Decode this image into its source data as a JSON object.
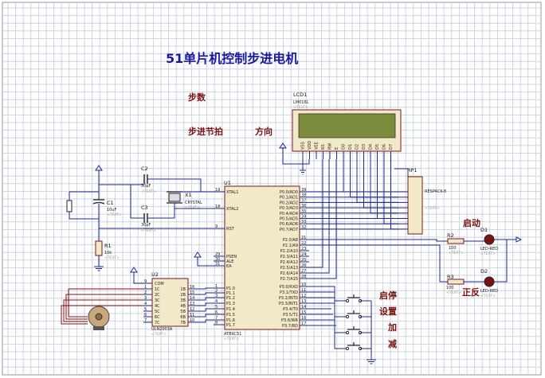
{
  "title": "51单片机控制步进电机",
  "annotations": {
    "steps": "步数",
    "step_rhythm": "步进节拍",
    "direction": "方向",
    "start": "启动",
    "forward_reverse": "正反",
    "start_stop": "启停",
    "setting": "设置",
    "add": "加",
    "subtract": "减"
  },
  "lcd": {
    "ref": "LCD1",
    "model": "LM016L",
    "text": "<TEXT>",
    "pins": [
      "VSS",
      "VDD",
      "VEE",
      "RS",
      "RW",
      "E",
      "D0",
      "D1",
      "D2",
      "D3",
      "D4",
      "D5",
      "D6",
      "D7"
    ]
  },
  "mcu": {
    "ref": "U1",
    "model": "AT89C51",
    "text": "<TEXT>",
    "left_pins": [
      {
        "num": "19",
        "name": "XTAL1"
      },
      {
        "num": "18",
        "name": "XTAL2"
      },
      {
        "num": "9",
        "name": "RST"
      },
      {
        "num": "29",
        "name": "PSEN"
      },
      {
        "num": "30",
        "name": "ALE"
      },
      {
        "num": "31",
        "name": "EA"
      },
      {
        "num": "1",
        "name": "P1.0"
      },
      {
        "num": "2",
        "name": "P1.1"
      },
      {
        "num": "3",
        "name": "P1.2"
      },
      {
        "num": "4",
        "name": "P1.3"
      },
      {
        "num": "5",
        "name": "P1.4"
      },
      {
        "num": "6",
        "name": "P1.5"
      },
      {
        "num": "7",
        "name": "P1.6"
      },
      {
        "num": "8",
        "name": "P1.7"
      }
    ],
    "right_pins": [
      {
        "num": "39",
        "name": "P0.0/AD0"
      },
      {
        "num": "38",
        "name": "P0.1/AD1"
      },
      {
        "num": "37",
        "name": "P0.2/AD2"
      },
      {
        "num": "36",
        "name": "P0.3/AD3"
      },
      {
        "num": "35",
        "name": "P0.4/AD4"
      },
      {
        "num": "34",
        "name": "P0.5/AD5"
      },
      {
        "num": "33",
        "name": "P0.6/AD6"
      },
      {
        "num": "32",
        "name": "P0.7/AD7"
      },
      {
        "num": "21",
        "name": "P2.0/A8"
      },
      {
        "num": "22",
        "name": "P2.1/A9"
      },
      {
        "num": "23",
        "name": "P2.2/A10"
      },
      {
        "num": "24",
        "name": "P2.3/A11"
      },
      {
        "num": "25",
        "name": "P2.4/A12"
      },
      {
        "num": "26",
        "name": "P2.5/A13"
      },
      {
        "num": "27",
        "name": "P2.6/A14"
      },
      {
        "num": "28",
        "name": "P2.7/A15"
      },
      {
        "num": "10",
        "name": "P3.0/RXD"
      },
      {
        "num": "11",
        "name": "P3.1/TXD"
      },
      {
        "num": "12",
        "name": "P3.2/INT0"
      },
      {
        "num": "13",
        "name": "P3.3/INT1"
      },
      {
        "num": "14",
        "name": "P3.4/T0"
      },
      {
        "num": "15",
        "name": "P3.5/T1"
      },
      {
        "num": "16",
        "name": "P3.6/WR"
      },
      {
        "num": "17",
        "name": "P3.7/RD"
      }
    ]
  },
  "uln": {
    "ref": "U2",
    "model": "ULN2003A",
    "text": "<TEXT>",
    "left_pins": [
      {
        "num": "9",
        "name": "COM"
      },
      {
        "num": "1",
        "name": "1C"
      },
      {
        "num": "2",
        "name": "2C"
      },
      {
        "num": "3",
        "name": "3C"
      },
      {
        "num": "4",
        "name": "4C"
      },
      {
        "num": "5",
        "name": "5C"
      },
      {
        "num": "6",
        "name": "6C"
      },
      {
        "num": "7",
        "name": "7C"
      }
    ],
    "right_pins": [
      {
        "num": "16",
        "name": "1B"
      },
      {
        "num": "15",
        "name": "2B"
      },
      {
        "num": "14",
        "name": "3B"
      },
      {
        "num": "13",
        "name": "4B"
      },
      {
        "num": "12",
        "name": "5B"
      },
      {
        "num": "11",
        "name": "6B"
      },
      {
        "num": "10",
        "name": "7B"
      }
    ]
  },
  "c2": {
    "ref": "C2",
    "value": "30pF",
    "text": "<TEXT>"
  },
  "c3": {
    "ref": "C3",
    "value": "30pF",
    "text": "<TEXT>"
  },
  "x1": {
    "ref": "X1",
    "value": "CRYSTAL",
    "text": "<TEXT>"
  },
  "c1": {
    "ref": "C1",
    "value": "10uF",
    "text": "<TEXT>"
  },
  "r1": {
    "ref": "R1",
    "value": "10k",
    "text": "<TEXT>"
  },
  "rp1": {
    "ref": "RP1",
    "value": "RESPACK-8",
    "text": "<TEXT>"
  },
  "r2": {
    "ref": "R2",
    "value": "100",
    "text": "<TEXT>"
  },
  "r3": {
    "ref": "R3",
    "value": "100",
    "text": "<TEXT>"
  },
  "d1": {
    "ref": "D1",
    "value": "LED-RED",
    "text": "<TEXT>"
  },
  "d2": {
    "ref": "D2",
    "value": "LED-RED",
    "text": "<TEXT>"
  }
}
